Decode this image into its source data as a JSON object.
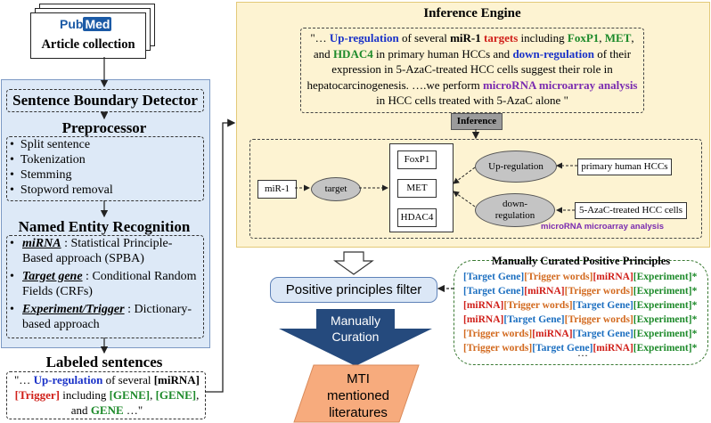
{
  "article": {
    "logo_pub": "Pub",
    "logo_med": "Med",
    "title": "Article collection"
  },
  "sbd": {
    "title": "Sentence Boundary Detector"
  },
  "preprocessor": {
    "title": "Preprocessor",
    "items": [
      "Split sentence",
      "Tokenization",
      "Stemming",
      "Stopword removal"
    ]
  },
  "ner": {
    "title": "Named Entity Recognition",
    "items": [
      {
        "term": "miRNA",
        "sep": " : ",
        "text": "Statistical Principle-Based approach (SPBA)"
      },
      {
        "term": "Target gene",
        "sep": " : ",
        "text": "Conditional Random Fields (CRFs)"
      },
      {
        "term": "Experiment/Trigger",
        "sep": " : ",
        "text": "Dictionary-based approach"
      }
    ]
  },
  "labeled": {
    "title": "Labeled sentences",
    "p1": "\"… ",
    "up": "Up-regulation",
    "p2": " of several ",
    "mirna": "[miRNA]",
    "trigger": "[Trigger]",
    "p3": " including ",
    "gene1": "[GENE]",
    "comma": ", ",
    "gene2": "[GENE]",
    "p4": ", and ",
    "gene3": "GENE",
    "p5": " …\""
  },
  "engine": {
    "title": "Inference Engine",
    "quote": {
      "q1": "\"… ",
      "up": "Up-regulation",
      "q2": " of several ",
      "mir": "miR-1",
      "q3": " ",
      "targets": "targets",
      "q4": " including ",
      "foxp1": "FoxP1",
      "q5": ", ",
      "met": "MET",
      "q6": ", and ",
      "hdac4": "HDAC4",
      "q7": " in primary human HCCs and ",
      "down": "down-regulation",
      "q8": " of their expression in 5-AzaC-treated HCC cells suggest their role in hepatocarcinogenesis. ….we perform ",
      "micro": "microRNA microarray analysis",
      "q9": " in HCC cells treated with 5-AzaC alone \""
    },
    "inference_label": "Inference",
    "nodes": {
      "mir1": "miR-1",
      "target": "target",
      "foxp1": "FoxP1",
      "met": "MET",
      "hdac4": "HDAC4",
      "up": "Up-regulation",
      "down": "down-regulation",
      "primary": "primary human HCCs",
      "azac": "5-AzaC-treated HCC cells",
      "micro": "microRNA microarray analysis"
    }
  },
  "filter": {
    "label": "Positive principles filter"
  },
  "manual": {
    "label": "Manually Curation"
  },
  "mti": {
    "label": "MTI mentioned literatures"
  },
  "curated": {
    "title": "Manually Curated Positive Principles",
    "rows": [
      [
        [
          "tg",
          "[Target Gene]"
        ],
        [
          "tw",
          "[Trigger words]"
        ],
        [
          "mi",
          "[miRNA]"
        ],
        [
          "ex",
          "[Experiment]"
        ],
        [
          "st",
          "*"
        ]
      ],
      [
        [
          "tg",
          "[Target Gene]"
        ],
        [
          "mi",
          "[miRNA]"
        ],
        [
          "tw",
          "[Trigger words]"
        ],
        [
          "ex",
          "[Experiment]"
        ],
        [
          "st",
          "*"
        ]
      ],
      [
        [
          "mi",
          "[miRNA]"
        ],
        [
          "tw",
          "[Trigger words]"
        ],
        [
          "tg",
          "[Target Gene]"
        ],
        [
          "ex",
          "[Experiment]"
        ],
        [
          "st",
          "*"
        ]
      ],
      [
        [
          "mi",
          "[miRNA]"
        ],
        [
          "tg",
          "[Target Gene]"
        ],
        [
          "tw",
          "[Trigger words]"
        ],
        [
          "ex",
          "[Experiment]"
        ],
        [
          "st",
          "*"
        ]
      ],
      [
        [
          "tw",
          "[Trigger words]"
        ],
        [
          "mi",
          "[miRNA]"
        ],
        [
          "tg",
          "[Target Gene]"
        ],
        [
          "ex",
          "[Experiment]"
        ],
        [
          "st",
          "*"
        ]
      ],
      [
        [
          "tw",
          "[Trigger words]"
        ],
        [
          "tg",
          "[Target Gene]"
        ],
        [
          "mi",
          "[miRNA]"
        ],
        [
          "ex",
          "[Experiment]"
        ],
        [
          "st",
          "*"
        ]
      ]
    ],
    "ellipsis": "…"
  }
}
